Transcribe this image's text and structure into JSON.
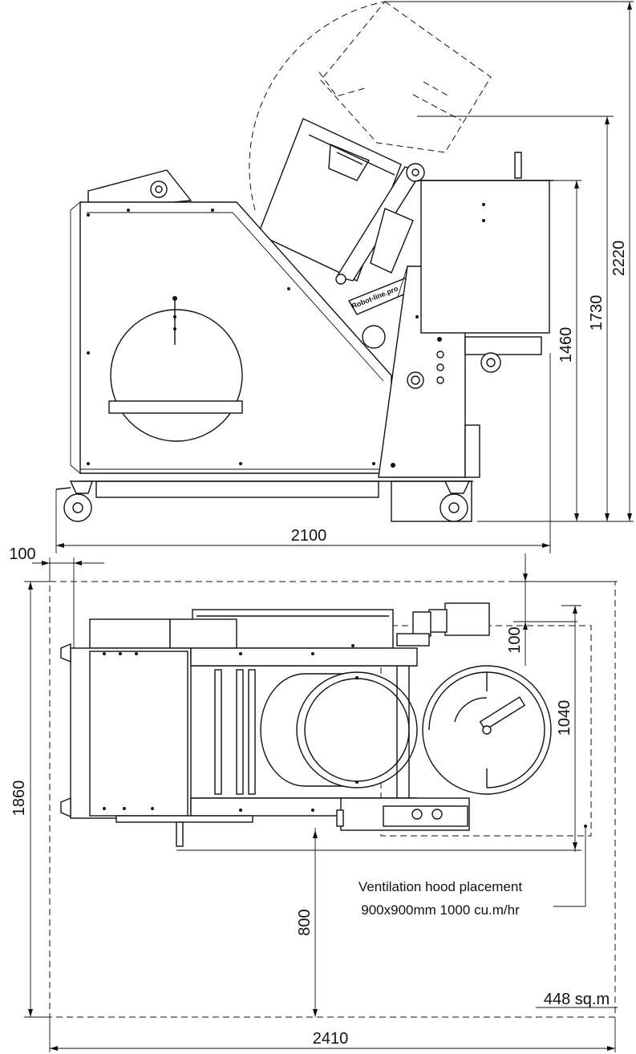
{
  "side_view": {
    "dim_height_total": "2220",
    "dim_height_hood": "1730",
    "dim_height_table": "1460",
    "dim_length": "2100",
    "brand_label": "Robot-line.pro"
  },
  "top_view": {
    "dim_offset_left": "100",
    "dim_offset_top": "100",
    "dim_hood_size": "1040",
    "dim_width": "1860",
    "dim_rear_clearance": "800",
    "dim_total_length": "2410",
    "area_label": "448 sq.m",
    "ventilation_line1": "Ventilation hood placement",
    "ventilation_line2": "900x900mm 1000 cu.m/hr"
  }
}
